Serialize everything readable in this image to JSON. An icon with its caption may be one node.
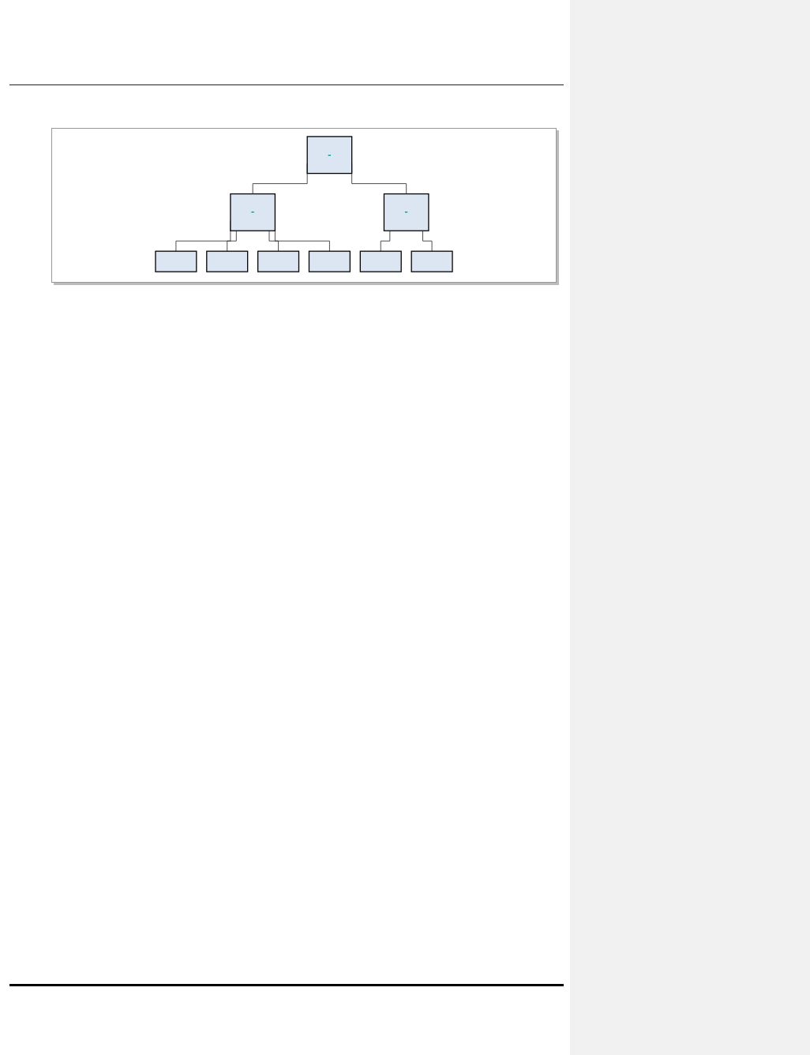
{
  "diagram": {
    "nodes": [
      {
        "text": [
          "-"
        ]
      },
      {
        "text": [
          "-"
        ]
      },
      {
        "text": [
          "-"
        ]
      },
      {
        "text": [],
        "shape": "box"
      },
      {
        "text": [],
        "shape": "box"
      },
      {
        "text": [],
        "shape": "box"
      },
      {
        "text": [],
        "shape": "box"
      },
      {
        "text": [],
        "shape": "box"
      },
      {
        "text": [],
        "shape": "box"
      }
    ],
    "edges": [
      {
        "from": 0,
        "to": 1,
        "arrow": "none"
      },
      {
        "from": 0,
        "to": 2,
        "arrow": "none"
      },
      {
        "from": 1,
        "to": 3,
        "arrow": "none"
      },
      {
        "from": 1,
        "to": 4,
        "arrow": "none"
      },
      {
        "from": 1,
        "to": 5,
        "arrow": "none"
      },
      {
        "from": 1,
        "to": 6,
        "arrow": "none"
      },
      {
        "from": 2,
        "to": 7,
        "arrow": "none"
      },
      {
        "from": 2,
        "to": 8,
        "arrow": "none"
      }
    ]
  }
}
